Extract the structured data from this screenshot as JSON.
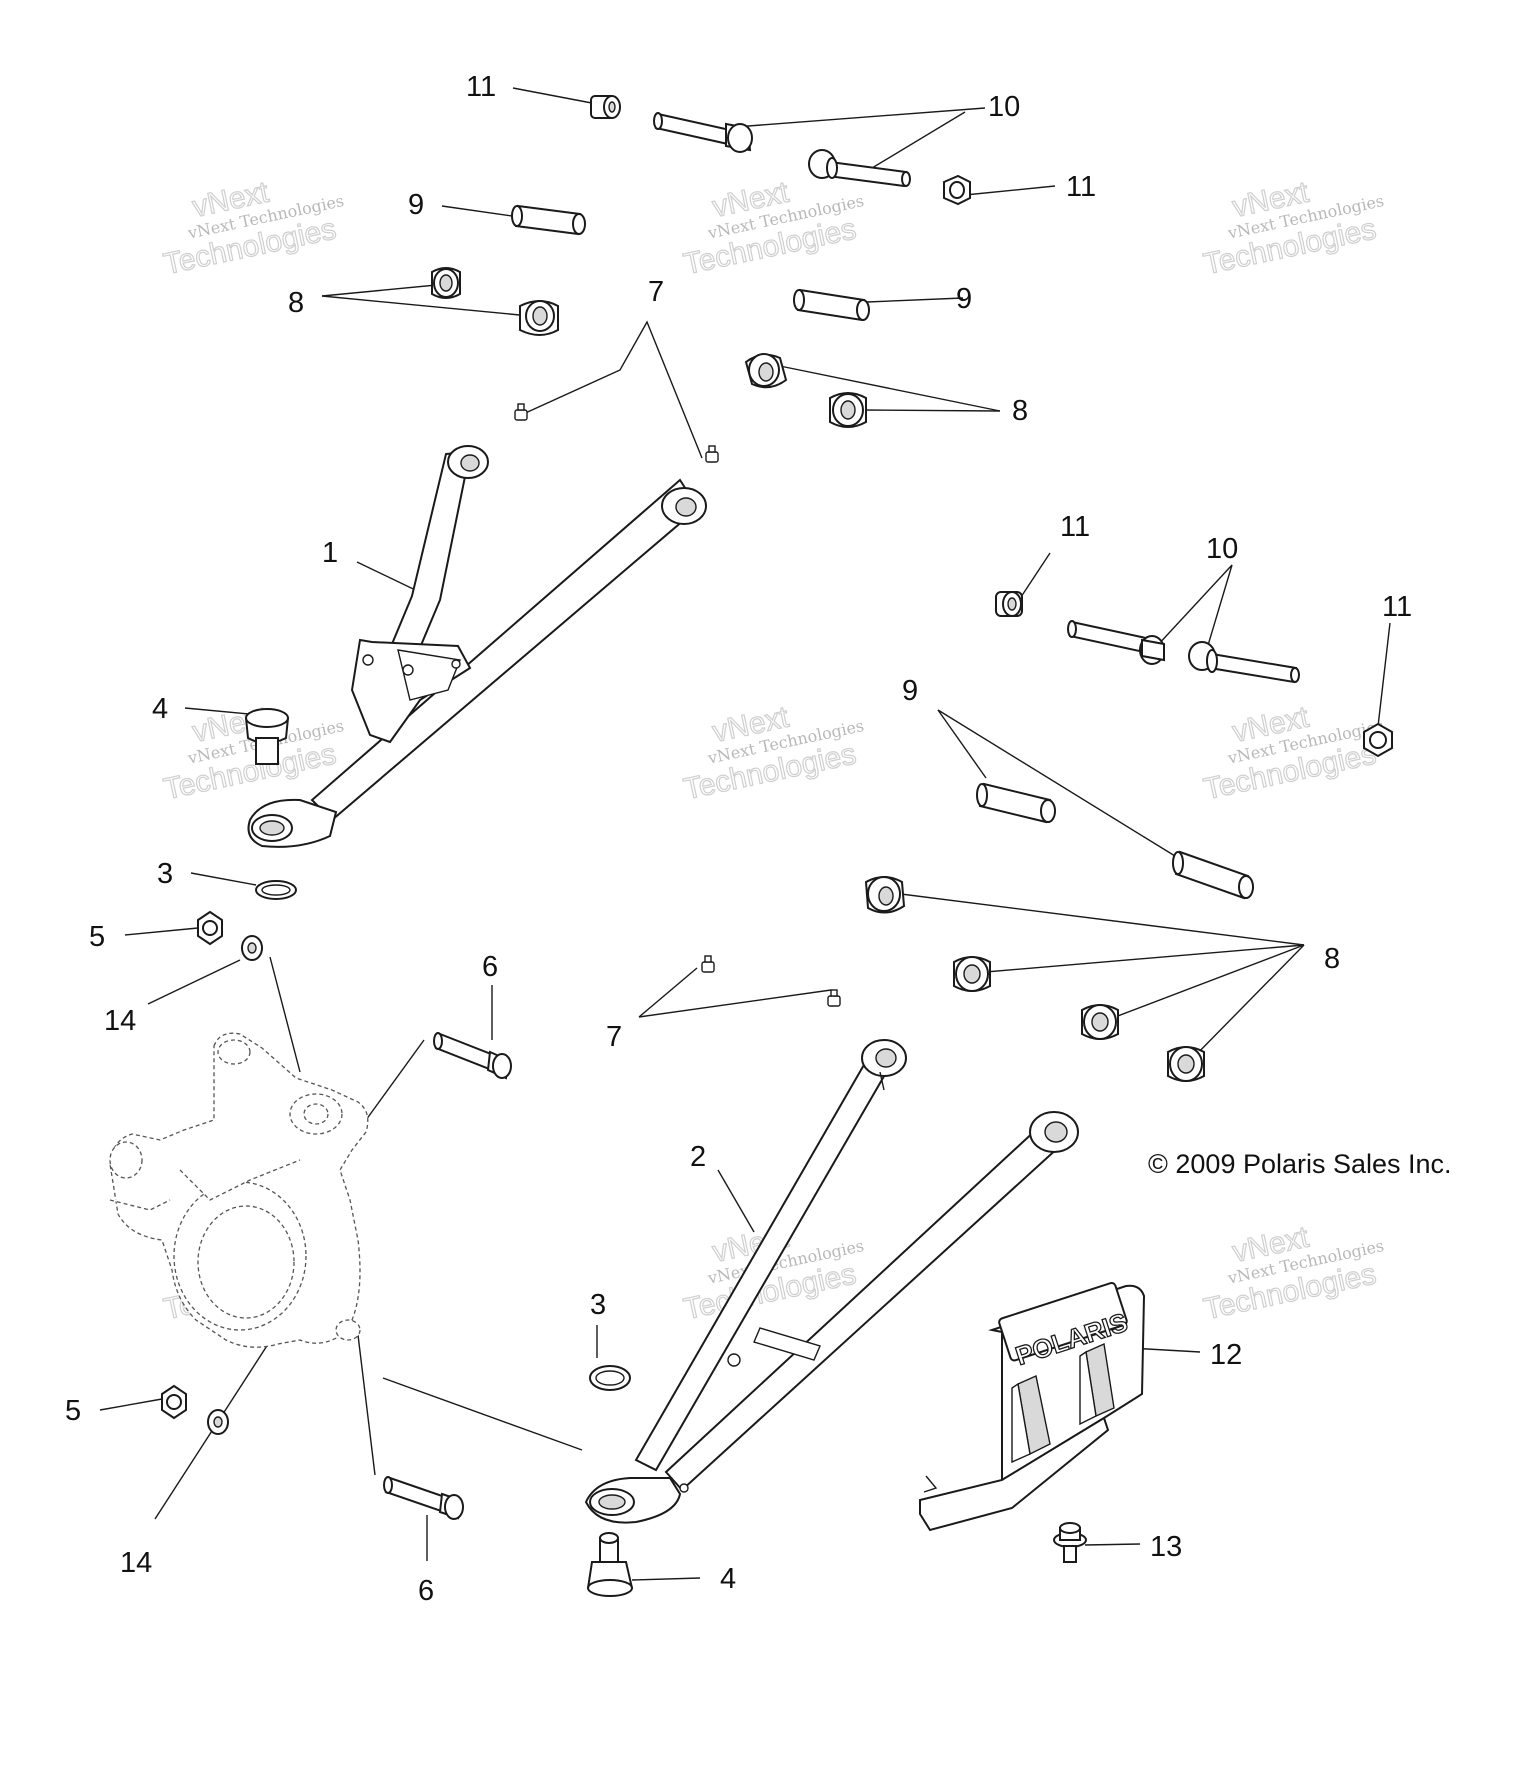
{
  "copyright": "© 2009 Polaris Sales Inc.",
  "watermark": {
    "line1": "vNext Technologies",
    "line2": "vNext",
    "line3": "Technologies"
  },
  "callouts": {
    "c11a": "11",
    "c10a": "10",
    "c11b": "11",
    "c9a": "9",
    "c8a": "8",
    "c7a": "7",
    "c9b": "9",
    "c8b": "8",
    "c1": "1",
    "c11c": "11",
    "c10b": "10",
    "c11d": "11",
    "c4a": "4",
    "c9c": "9",
    "c3a": "3",
    "c5a": "5",
    "c6a": "6",
    "c14a": "14",
    "c8c": "8",
    "c7b": "7",
    "c2": "2",
    "c3b": "3",
    "c12": "12",
    "c5b": "5",
    "c14b": "14",
    "c6b": "6",
    "c4b": "4",
    "c13": "13"
  },
  "logo": "POLARIS"
}
